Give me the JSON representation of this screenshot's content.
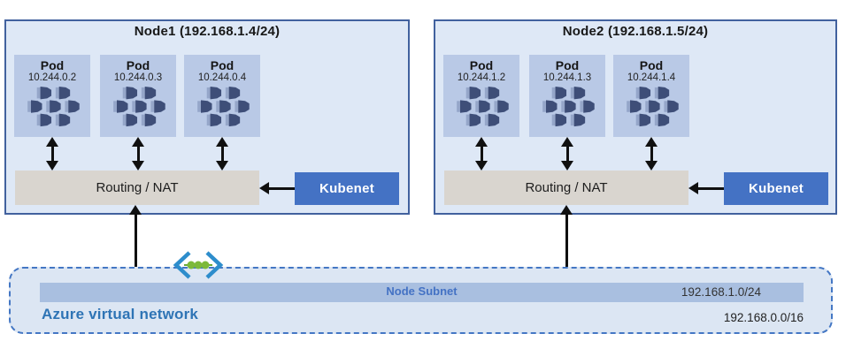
{
  "diagram_title": "Kubenet networking - AKS nodes with pods, Routing/NAT and Azure virtual network node subnet",
  "nodes": [
    {
      "title": "Node1 (192.168.1.4/24)",
      "pods": [
        {
          "label": "Pod",
          "ip": "10.244.0.2"
        },
        {
          "label": "Pod",
          "ip": "10.244.0.3"
        },
        {
          "label": "Pod",
          "ip": "10.244.0.4"
        }
      ],
      "routing_label": "Routing / NAT",
      "kubenet_label": "Kubenet"
    },
    {
      "title": "Node2 (192.168.1.5/24)",
      "pods": [
        {
          "label": "Pod",
          "ip": "10.244.1.2"
        },
        {
          "label": "Pod",
          "ip": "10.244.1.3"
        },
        {
          "label": "Pod",
          "ip": "10.244.1.4"
        }
      ],
      "routing_label": "Routing / NAT",
      "kubenet_label": "Kubenet"
    }
  ],
  "vnet": {
    "label": "Azure virtual network",
    "cidr": "192.168.0.0/16",
    "subnet": {
      "label": "Node Subnet",
      "cidr": "192.168.1.0/24"
    }
  },
  "icons": {
    "pod": "containers-icon (cluster of 7 container cubes)",
    "vnet": "virtual-network-icon (blue chevrons with green dots)",
    "arrows": "black double-headed and single-headed connector arrows"
  },
  "colors": {
    "node_fill": "#dee8f6",
    "node_border": "#41619e",
    "pod_fill": "#b9c9e6",
    "pod_icon_dark": "#3e4e78",
    "pod_icon_light": "#95a6c9",
    "routing_fill": "#d9d5cf",
    "kubenet_fill": "#4472c4",
    "kubenet_text": "#ffffff",
    "subnet_bar_fill": "#a9bfe0",
    "subnet_label_text": "#4472c4",
    "vnet_fill": "#dce6f3",
    "vnet_border": "#4477c4",
    "vnet_label_text": "#2e74b5",
    "arrow": "#101010",
    "vnet_icon_blue": "#2d8dcc",
    "vnet_icon_green": "#7cb93a"
  }
}
